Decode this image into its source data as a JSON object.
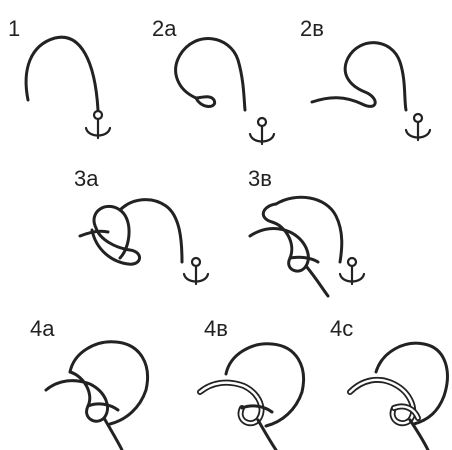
{
  "steps": {
    "s1": {
      "label": "1"
    },
    "s2a": {
      "label": "2a"
    },
    "s2b": {
      "label": "2в"
    },
    "s3a": {
      "label": "3a"
    },
    "s3b": {
      "label": "3в"
    },
    "s4a": {
      "label": "4a"
    },
    "s4b": {
      "label": "4в"
    },
    "s4c": {
      "label": "4c"
    }
  },
  "icons": {
    "anchor": "anchor-icon",
    "rope": "rope-line"
  },
  "colors": {
    "line": "#222222",
    "background": "#ffffff"
  }
}
